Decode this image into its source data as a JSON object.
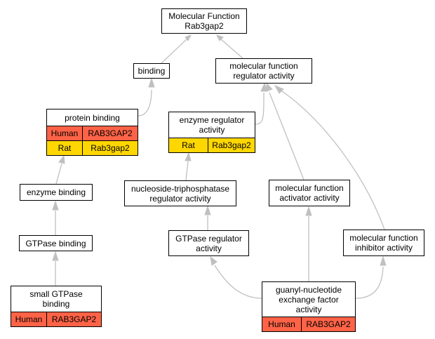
{
  "nodes": {
    "root": {
      "lines": [
        "Molecular Function",
        "Rab3gap2"
      ]
    },
    "binding": {
      "lines": [
        "binding"
      ]
    },
    "mf_reg": {
      "lines": [
        "molecular function",
        "regulator activity"
      ]
    },
    "protein_binding": {
      "lines": [
        "protein binding"
      ],
      "rows": [
        {
          "species": "Human",
          "gene": "RAB3GAP2",
          "color": "#ff6347"
        },
        {
          "species": "Rat",
          "gene": "Rab3gap2",
          "color": "#ffd700"
        }
      ]
    },
    "enzyme_reg": {
      "lines": [
        "enzyme regulator",
        "activity"
      ],
      "rows": [
        {
          "species": "Rat",
          "gene": "Rab3gap2",
          "color": "#ffd700"
        }
      ]
    },
    "enzyme_binding": {
      "lines": [
        "enzyme binding"
      ]
    },
    "ntp_reg": {
      "lines": [
        "nucleoside-triphosphatase",
        "regulator activity"
      ]
    },
    "mf_activator": {
      "lines": [
        "molecular function",
        "activator activity"
      ]
    },
    "gtpase_binding": {
      "lines": [
        "GTPase binding"
      ]
    },
    "gtpase_reg": {
      "lines": [
        "GTPase regulator",
        "activity"
      ]
    },
    "mf_inhibitor": {
      "lines": [
        "molecular function",
        "inhibitor activity"
      ]
    },
    "small_gtpase": {
      "lines": [
        "small GTPase",
        "binding"
      ],
      "rows": [
        {
          "species": "Human",
          "gene": "RAB3GAP2",
          "color": "#ff6347"
        }
      ]
    },
    "gnef": {
      "lines": [
        "guanyl-nucleotide",
        "exchange factor",
        "activity"
      ],
      "rows": [
        {
          "species": "Human",
          "gene": "RAB3GAP2",
          "color": "#ff6347"
        }
      ]
    }
  },
  "edge_color": "#c0c0c0"
}
